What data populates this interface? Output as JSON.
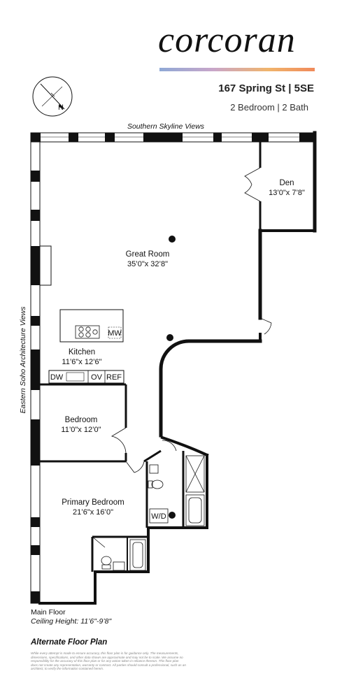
{
  "brand": {
    "name": "corcoran"
  },
  "listing": {
    "address": "167 Spring St | 5SE",
    "units": "2 Bedroom | 2 Bath"
  },
  "views": {
    "south": "Southern Skyline Views",
    "east": "Eastern Soho Architecture Views"
  },
  "rooms": {
    "great_room": {
      "name": "Great Room",
      "dims": "35’0\"x 32’8\""
    },
    "den": {
      "name": "Den",
      "dims": "13’0\"x 7’8\""
    },
    "kitchen": {
      "name": "Kitchen",
      "dims": "11’6\"x 12’6\""
    },
    "bedroom": {
      "name": "Bedroom",
      "dims": "11’0\"x 12’0\""
    },
    "primary_bedroom": {
      "name": "Primary Bedroom",
      "dims": "21’6\"x 16’0\""
    }
  },
  "appliances": {
    "mw": "MW",
    "dw": "DW",
    "ov": "OV",
    "ref": "REF",
    "wd": "W/D"
  },
  "compass": {
    "north": "N"
  },
  "floor": {
    "name": "Main Floor",
    "ceiling": "Ceiling Height: 11’6\"-9’8\""
  },
  "plan_note": "Alternate Floor Plan",
  "disclaimer": "While every attempt is made to ensure accuracy, this floor plan is for guidance only. The measurements, dimensions, specifications, and other data shown are approximate and may not be to scale. We assume no responsibility for the accuracy of this floor plan or for any action taken in reliance thereon. This floor plan does not create any representation, warranty or contract. All parties should consult a professional, such as an architect, to verify the information contained herein."
}
